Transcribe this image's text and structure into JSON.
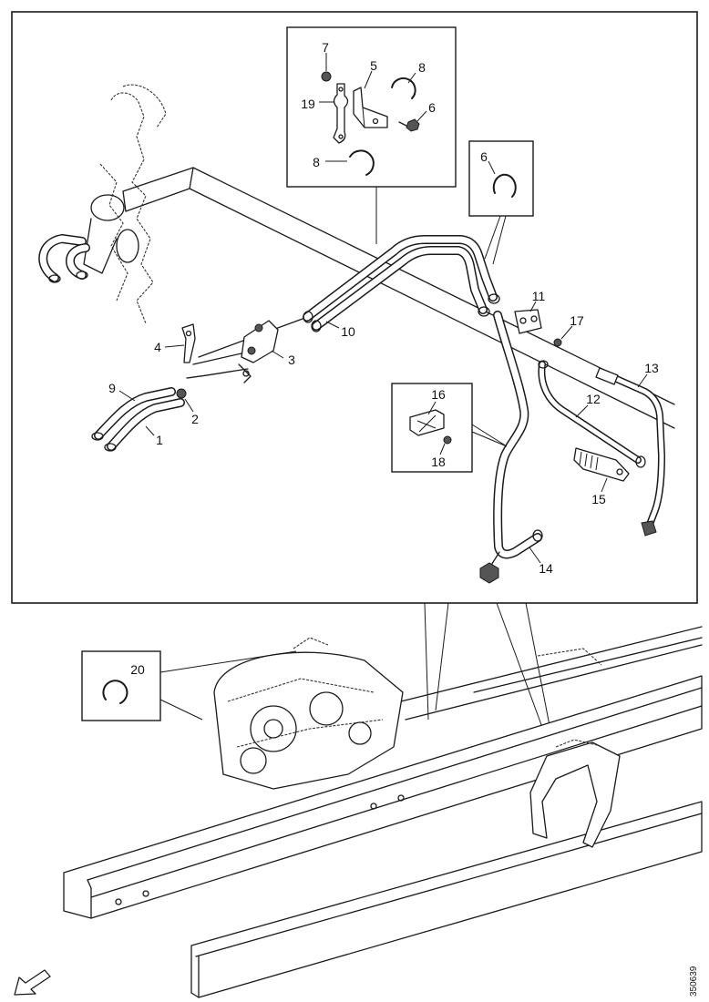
{
  "callouts": [
    "7",
    "5",
    "8",
    "19",
    "6",
    "8",
    "6",
    "11",
    "17",
    "4",
    "3",
    "10",
    "9",
    "2",
    "1",
    "13",
    "12",
    "16",
    "18",
    "15",
    "14",
    "20"
  ],
  "drawing_code": "350639"
}
